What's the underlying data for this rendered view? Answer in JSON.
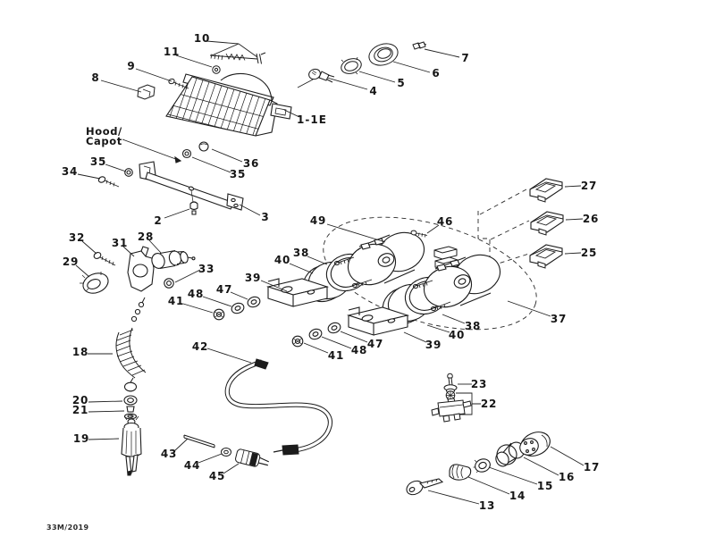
{
  "labels": {
    "hood_line1": "Hood/",
    "hood_line2": "Capot",
    "headlight_ref": "1-1E",
    "footer_code": "33M/2019"
  },
  "callouts": {
    "2": "2",
    "3": "3",
    "4": "4",
    "5": "5",
    "6": "6",
    "7": "7",
    "8": "8",
    "9": "9",
    "10": "10",
    "11": "11",
    "13": "13",
    "14": "14",
    "15": "15",
    "16": "16",
    "17": "17",
    "18": "18",
    "19": "19",
    "20": "20",
    "21": "21",
    "22": "22",
    "23": "23",
    "25": "25",
    "26": "26",
    "27": "27",
    "28": "28",
    "29": "29",
    "31": "31",
    "32": "32",
    "33": "33",
    "34": "34",
    "35": "35",
    "36": "36",
    "37": "37",
    "38": "38",
    "39": "39",
    "40": "40",
    "41": "41",
    "42": "42",
    "43": "43",
    "44": "44",
    "45": "45",
    "46": "46",
    "47": "47",
    "48": "48",
    "49": "49"
  },
  "icons": {
    "headlight": "headlight-assembly",
    "gauges": "gauge-cluster",
    "connectors": "wiring-connectors",
    "tether": "tether-cord-switch",
    "ignition": "ignition-key-switch"
  },
  "colors": {
    "ink": "#1c1c1c",
    "paper": "#ffffff"
  }
}
